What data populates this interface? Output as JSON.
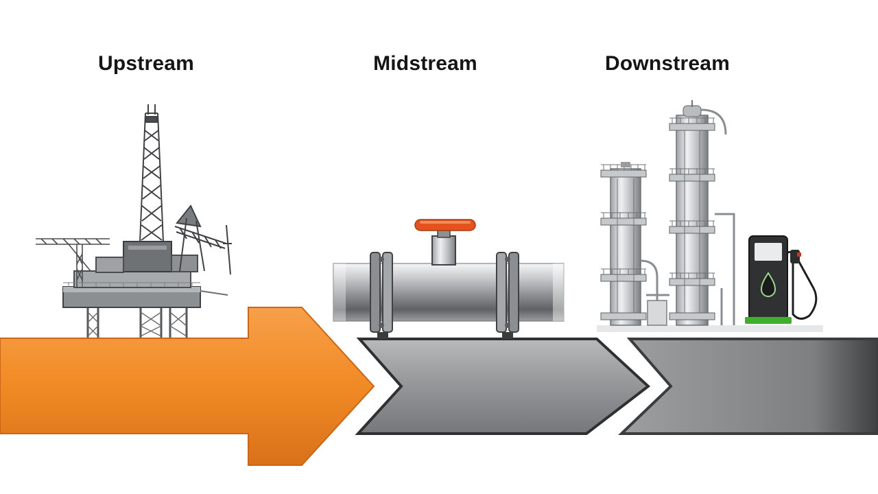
{
  "stages": [
    {
      "label": "Upstream",
      "icon": "oil-rig-icon"
    },
    {
      "label": "Midstream",
      "icon": "pipeline-valve-icon"
    },
    {
      "label": "Downstream",
      "icon": "refinery-fuel-pump-icon"
    }
  ],
  "colors": {
    "upstream_arrow": "#f08a24",
    "midstream_arrow": "#8f9193",
    "downstream_arrow": "#6e7072",
    "valve_handle": "#e2531f",
    "pump_accent": "#3fae2a"
  }
}
